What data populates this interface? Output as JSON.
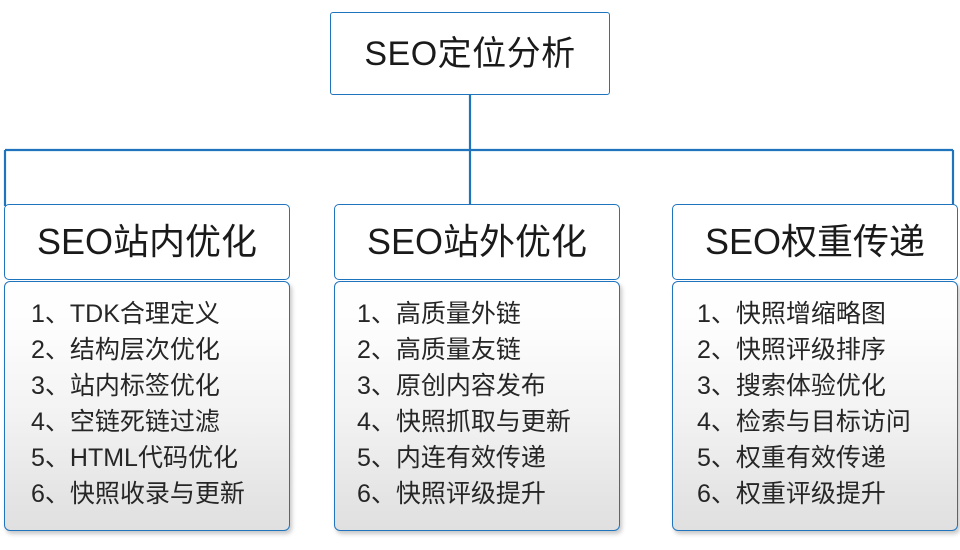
{
  "diagram": {
    "type": "org-tree",
    "accent_color": "#1f74bd",
    "text_color": "#1a1a1a",
    "background_color": "#ffffff",
    "root": {
      "label": "SEO定位分析"
    },
    "branches": [
      {
        "header": "SEO站内优化",
        "items": [
          "1、TDK合理定义",
          "2、结构层次优化",
          "3、站内标签优化",
          "4、空链死链过滤",
          "5、HTML代码优化",
          "6、快照收录与更新"
        ]
      },
      {
        "header": "SEO站外优化",
        "items": [
          "1、高质量外链",
          "2、高质量友链",
          "3、原创内容发布",
          "4、快照抓取与更新",
          "5、内连有效传递",
          "6、快照评级提升"
        ]
      },
      {
        "header": "SEO权重传递",
        "items": [
          "1、快照增缩略图",
          "2、快照评级排序",
          "3、搜索体验优化",
          "4、检索与目标访问",
          "5、权重有效传递",
          "6、权重评级提升"
        ]
      }
    ]
  }
}
